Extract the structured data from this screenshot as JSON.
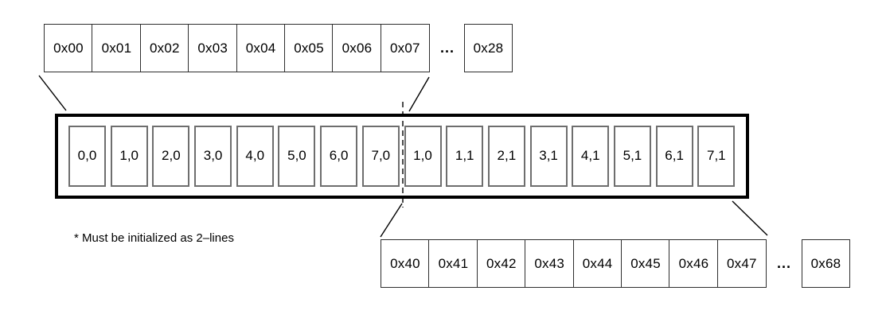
{
  "figure": {
    "description_footnote": "* Must be initialized as 2–lines",
    "ellipsis_glyph": "..."
  },
  "top_row": {
    "cells": [
      "0x00",
      "0x01",
      "0x02",
      "0x03",
      "0x04",
      "0x05",
      "0x06",
      "0x07"
    ],
    "ellipsis": "...",
    "tail": "0x28"
  },
  "cache_line": {
    "cells": [
      "0,0",
      "1,0",
      "2,0",
      "3,0",
      "4,0",
      "5,0",
      "6,0",
      "7,0",
      "1,0",
      "1,1",
      "2,1",
      "3,1",
      "4,1",
      "5,1",
      "6,1",
      "7,1"
    ]
  },
  "bottom_row": {
    "cells": [
      "0x40",
      "0x41",
      "0x42",
      "0x43",
      "0x44",
      "0x45",
      "0x46",
      "0x47"
    ],
    "ellipsis": "...",
    "tail": "0x68"
  },
  "colors": {
    "background": "#ffffff",
    "container_border": "#000000",
    "address_cell_border": "#2e2e2e",
    "word_cell_border": "#6e6e6e",
    "connector_line": "#000000",
    "text": "#000000"
  }
}
